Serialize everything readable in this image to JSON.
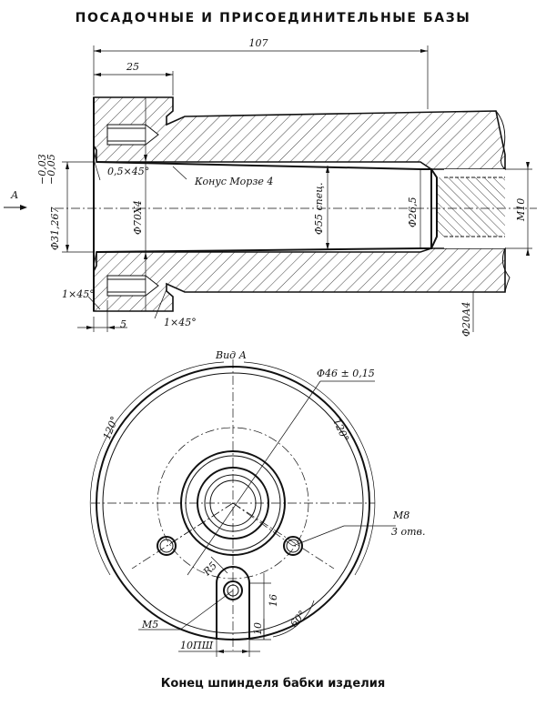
{
  "title": "ПОСАДОЧНЫЕ И ПРИСОЕДИНИТЕЛЬНЫЕ БАЗЫ",
  "caption": "Конец шпинделя бабки изделия",
  "section": {
    "dim_total_length": "107",
    "dim_flange_length": "25",
    "label_chamfer_inner": "0,5×45°",
    "label_morse": "Конус Морзе 4",
    "label_dia_bore": "Φ31,267",
    "label_tol_upper": "−0,03",
    "label_tol_lower": "−0,05",
    "label_dia_70": "Φ70Х4",
    "label_dia_55": "Φ55 спец.",
    "label_dia_26": "Φ26,5",
    "label_m10": "М10",
    "label_dia_20": "Φ20А4",
    "label_chamfer_left": "1×45°",
    "label_chamfer_bottom": "1×45°",
    "dim_5": "5",
    "view_arrow_label": "А"
  },
  "view_a": {
    "title": "Вид А",
    "label_dia_46": "Φ46 ± 0,15",
    "label_angle_left": "120°",
    "label_angle_right": "120°",
    "label_m8": "М8",
    "label_3holes": "3 отв.",
    "label_r5": "R5",
    "label_m5": "М5",
    "dim_16": "16",
    "dim_10": "10",
    "label_60": "60°",
    "label_10psh": "10ПШ"
  }
}
